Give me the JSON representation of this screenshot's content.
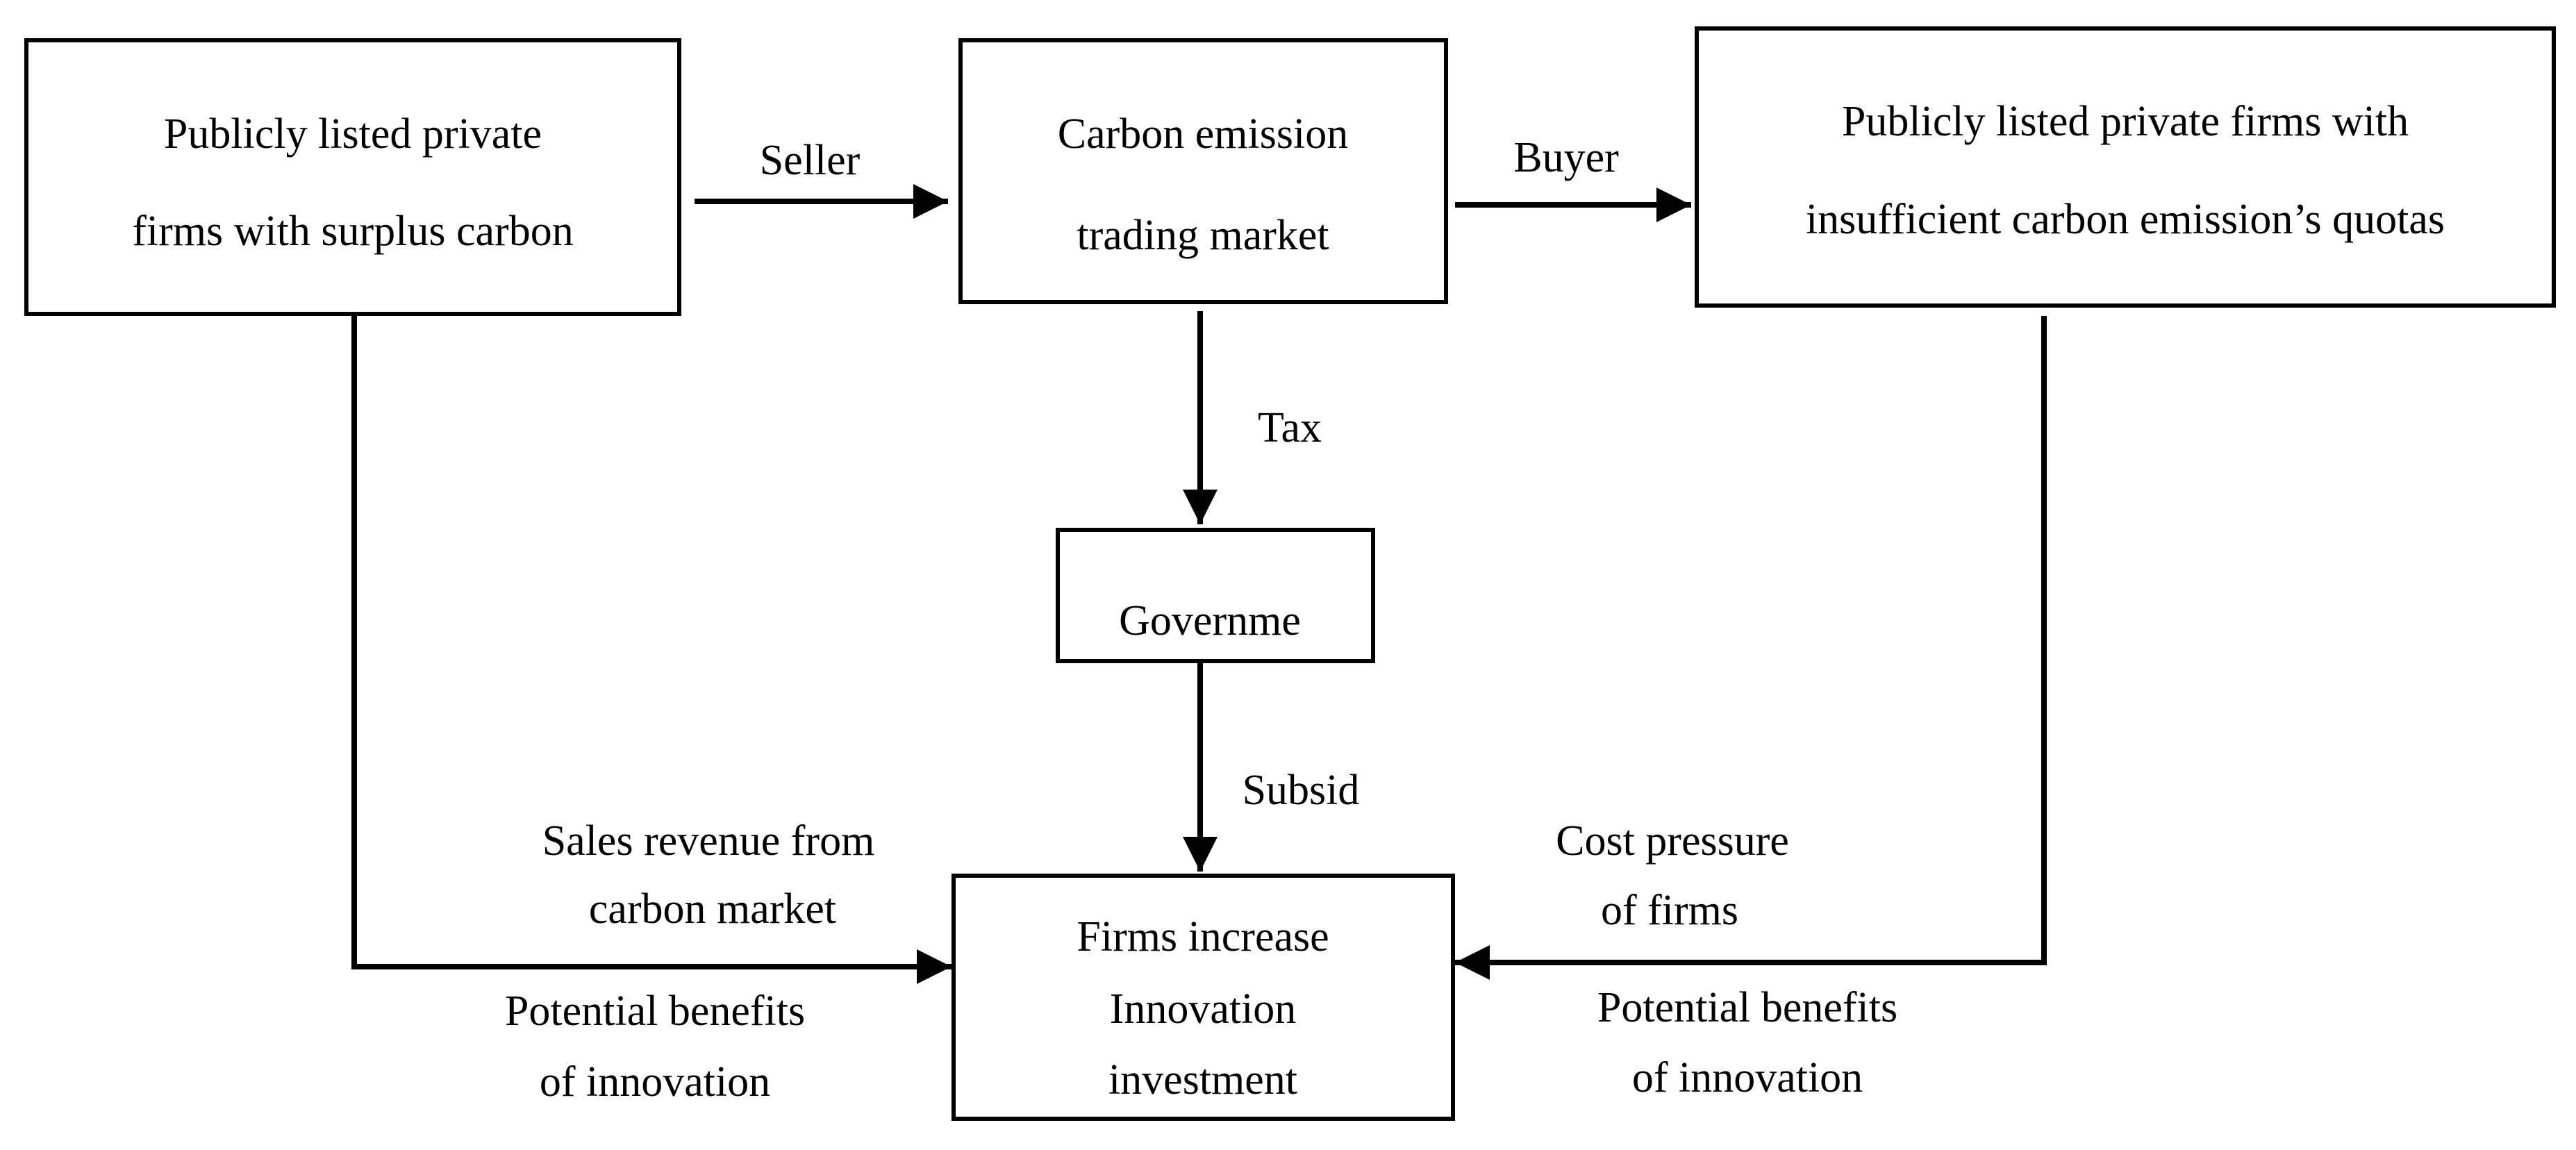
{
  "nodes": {
    "surplus": {
      "line1": "Publicly listed private",
      "line2": "firms with surplus carbon"
    },
    "market": {
      "line1": "Carbon emission",
      "line2": "trading market"
    },
    "insufficient": {
      "line1": "Publicly listed private firms with",
      "line2": "insufficient carbon emission’s quotas"
    },
    "government": {
      "line1": "Governme"
    },
    "innovation": {
      "line1": "Firms increase",
      "line2": "Innovation",
      "line3": "investment"
    }
  },
  "edges": {
    "seller": "Seller",
    "buyer": "Buyer",
    "tax": "Tax",
    "subsidy": "Subsid",
    "left_upper": {
      "line1": "Sales revenue from",
      "line2": "carbon market"
    },
    "left_lower": {
      "line1": "Potential benefits",
      "line2": "of innovation"
    },
    "right_upper": {
      "line1": "Cost pressure",
      "line2": "of firms"
    },
    "right_lower": {
      "line1": "Potential benefits",
      "line2": "of innovation"
    }
  }
}
